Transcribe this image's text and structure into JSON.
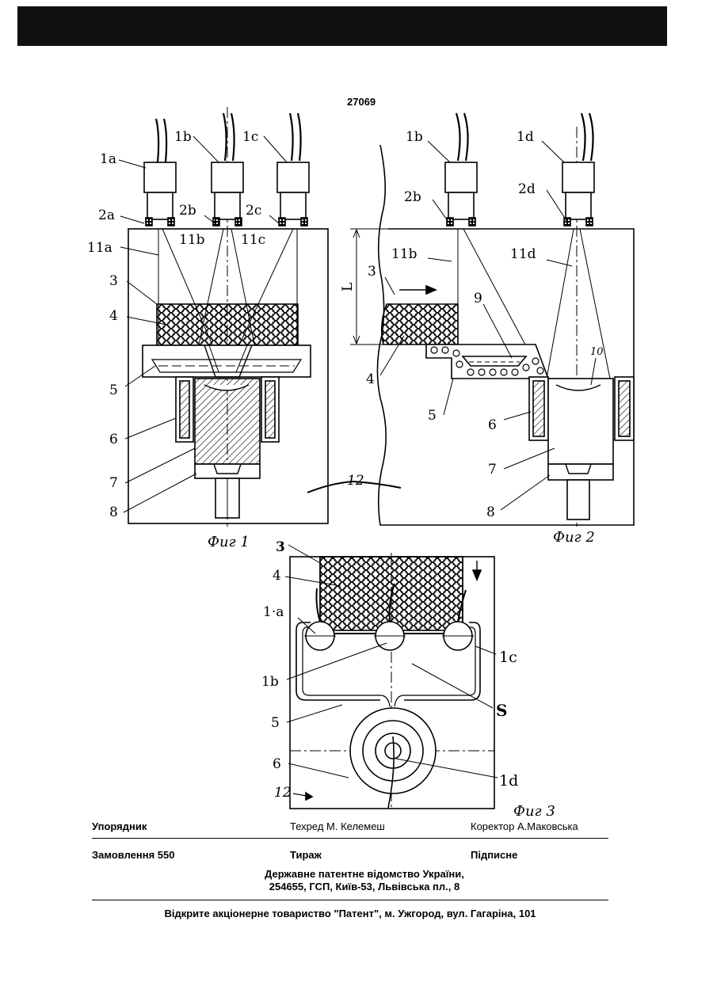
{
  "document": {
    "number": "27069"
  },
  "figures": {
    "fig1": {
      "caption": "Фиг 1",
      "labels": [
        "1a",
        "1b",
        "1c",
        "2a",
        "2b",
        "2c",
        "11a",
        "11b",
        "11c",
        "3",
        "4",
        "5",
        "6",
        "7",
        "8"
      ]
    },
    "fig2": {
      "caption": "Фиг 2",
      "labels": [
        "1b",
        "1d",
        "2b",
        "2d",
        "L",
        "11b",
        "11d",
        "3",
        "9",
        "10",
        "4",
        "5",
        "6",
        "7",
        "8",
        "12"
      ]
    },
    "fig3": {
      "caption": "Фиг 3",
      "labels": [
        "3",
        "4",
        "1·a",
        "1c",
        "1b",
        "S",
        "5",
        "6",
        "1d",
        "12"
      ]
    }
  },
  "imprint": {
    "compiler_label": "Упорядник",
    "techred": "Техред М. Келемеш",
    "corrector": "Коректор А.Маковська",
    "order": "Замовлення 550",
    "circulation": "Тираж",
    "subscription": "Підписне",
    "office_line1": "Державне патентне відомство України,",
    "office_line2": "254655, ГСП, Київ-53, Львівська пл., 8",
    "printer": "Відкрите акціонерне товариство \"Патент\", м. Ужгород, вул. Гагаріна, 101"
  }
}
